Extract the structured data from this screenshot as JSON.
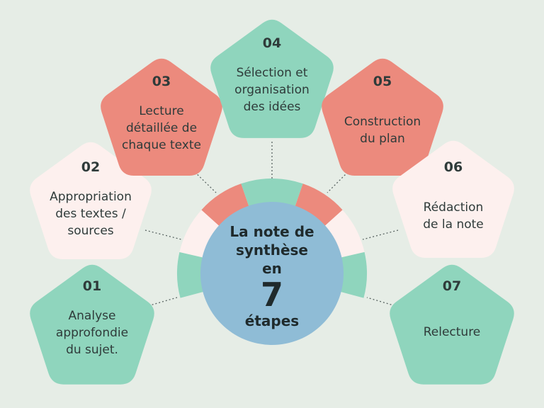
{
  "center": {
    "line1": "La note de",
    "line2": "synthèse",
    "line3": "en",
    "number": "7",
    "line5": "étapes"
  },
  "colors": {
    "background": "#e6ede6",
    "green": "#8fd5bd",
    "red": "#ec8a7d",
    "pink": "#fdf0ee",
    "center": "#8fbcd6"
  },
  "steps": [
    {
      "number": "01",
      "lines": [
        "Analyse",
        "approfondie",
        "du sujet."
      ],
      "color": "green"
    },
    {
      "number": "02",
      "lines": [
        "Appropriation",
        "des textes /",
        "sources"
      ],
      "color": "pink"
    },
    {
      "number": "03",
      "lines": [
        "Lecture",
        "détaillée de",
        "chaque texte"
      ],
      "color": "red"
    },
    {
      "number": "04",
      "lines": [
        "Sélection et",
        "organisation",
        "des idées"
      ],
      "color": "green"
    },
    {
      "number": "05",
      "lines": [
        "Construction",
        "du plan"
      ],
      "color": "red"
    },
    {
      "number": "06",
      "lines": [
        "Rédaction",
        "de la note"
      ],
      "color": "pink"
    },
    {
      "number": "07",
      "lines": [
        "Relecture"
      ],
      "color": "green"
    }
  ]
}
